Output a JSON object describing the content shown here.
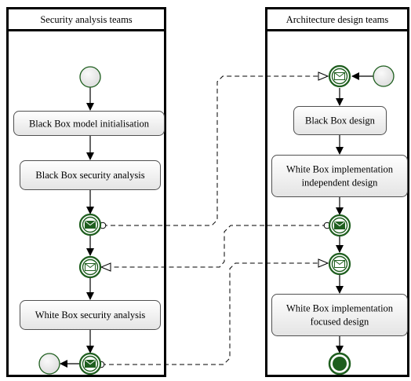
{
  "lanes": {
    "security": {
      "title": "Security analysis teams"
    },
    "architecture": {
      "title": "Architecture design teams"
    }
  },
  "tasks": {
    "bb_model_init": "Black Box model initialisation",
    "bb_security_analysis": "Black Box security analysis",
    "wb_security_analysis": "White Box security analysis",
    "bb_design": "Black Box design",
    "wb_independent_line1": "White Box implementation",
    "wb_independent_line2": "independent design",
    "wb_focused_line1": "White Box implementation",
    "wb_focused_line2": "focused design"
  },
  "colors": {
    "event_green": "#1e5e1e",
    "event_fill": "#2f7a2f",
    "start_fill": "#ececec",
    "task_fill_top": "#ffffff",
    "task_fill_bottom": "#e6e6e6",
    "task_stroke": "#505050"
  }
}
